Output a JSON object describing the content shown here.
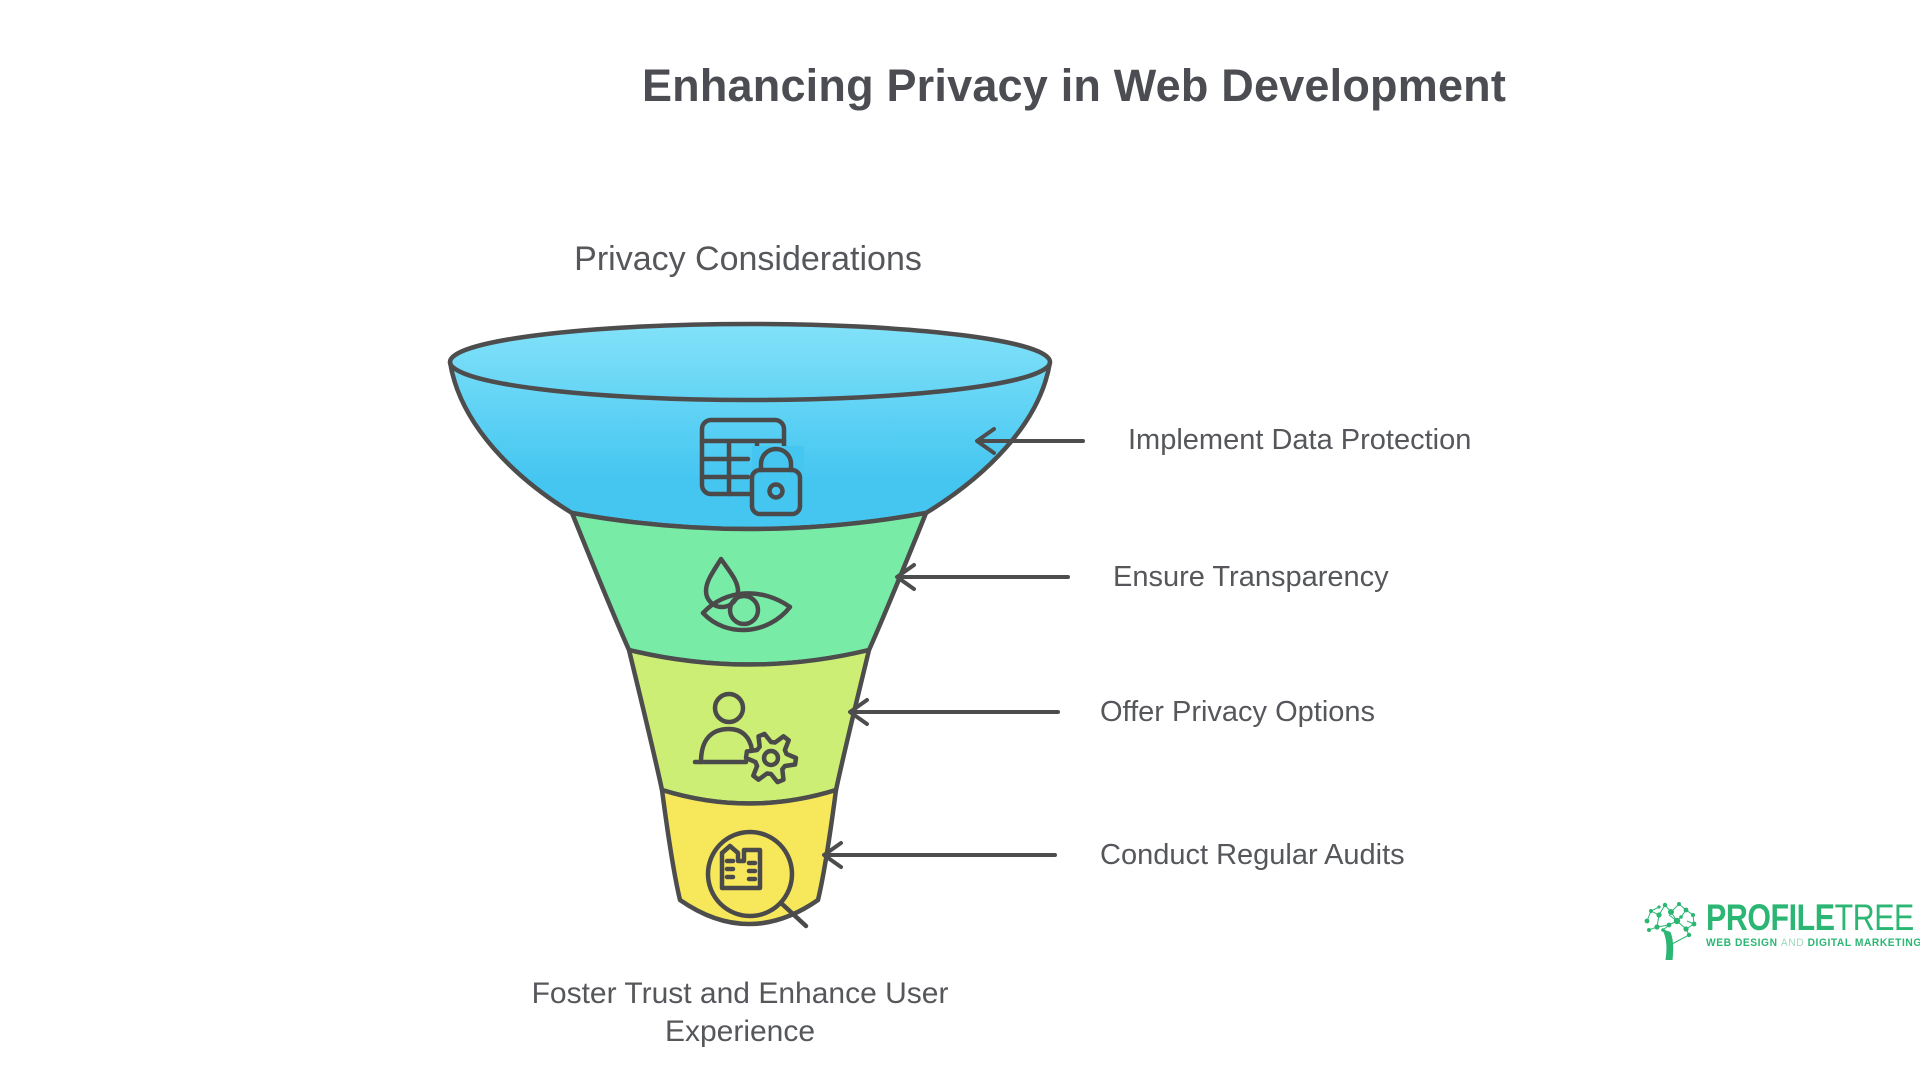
{
  "title": "Enhancing Privacy in Web Development",
  "funnel": {
    "top_label": "Privacy Considerations",
    "bottom_label": "Foster Trust and Enhance User Experience",
    "stages": [
      {
        "label": "Implement Data Protection",
        "icon": "data-table-lock-icon",
        "color": "#45C6F1"
      },
      {
        "label": "Ensure Transparency",
        "icon": "drop-eye-icon",
        "color": "#78ECA7"
      },
      {
        "label": "Offer Privacy Options",
        "icon": "user-gear-icon",
        "color": "#CCEE75"
      },
      {
        "label": "Conduct Regular Audits",
        "icon": "audit-magnifier-icon",
        "color": "#F7E75B"
      }
    ],
    "outline_color": "#4d4d4d"
  },
  "logo": {
    "brand_bold": "PROFILE",
    "brand_light": "TREE",
    "tagline_web": "WEB DESIGN",
    "tagline_and": "AND",
    "tagline_digital": "DIGITAL MARKETING",
    "color": "#2BB673"
  }
}
